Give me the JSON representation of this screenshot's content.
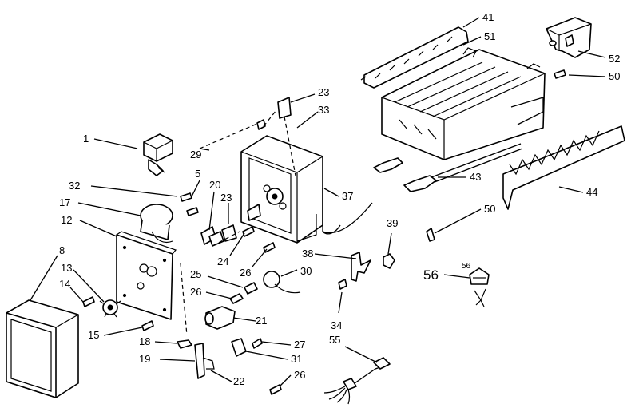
{
  "diagram": {
    "callouts": [
      {
        "id": "c41",
        "label": "41"
      },
      {
        "id": "c51",
        "label": "51"
      },
      {
        "id": "c52",
        "label": "52"
      },
      {
        "id": "c50a",
        "label": "50"
      },
      {
        "id": "c23a",
        "label": "23"
      },
      {
        "id": "c33",
        "label": "33"
      },
      {
        "id": "c1",
        "label": "1"
      },
      {
        "id": "c29",
        "label": "29"
      },
      {
        "id": "c5",
        "label": "5"
      },
      {
        "id": "c32",
        "label": "32"
      },
      {
        "id": "c20",
        "label": "20"
      },
      {
        "id": "c23b",
        "label": "23"
      },
      {
        "id": "c17",
        "label": "17"
      },
      {
        "id": "c37",
        "label": "37"
      },
      {
        "id": "c43",
        "label": "43"
      },
      {
        "id": "c44",
        "label": "44"
      },
      {
        "id": "c12",
        "label": "12"
      },
      {
        "id": "c50b",
        "label": "50"
      },
      {
        "id": "c39",
        "label": "39"
      },
      {
        "id": "c8",
        "label": "8"
      },
      {
        "id": "c24",
        "label": "24"
      },
      {
        "id": "c38",
        "label": "38"
      },
      {
        "id": "c13",
        "label": "13"
      },
      {
        "id": "c26a",
        "label": "26"
      },
      {
        "id": "c56small",
        "label": "56"
      },
      {
        "id": "c56big",
        "label": "56"
      },
      {
        "id": "c25",
        "label": "25"
      },
      {
        "id": "c30",
        "label": "30"
      },
      {
        "id": "c14",
        "label": "14"
      },
      {
        "id": "c26b",
        "label": "26"
      },
      {
        "id": "c21",
        "label": "21"
      },
      {
        "id": "c34",
        "label": "34"
      },
      {
        "id": "c15",
        "label": "15"
      },
      {
        "id": "c18",
        "label": "18"
      },
      {
        "id": "c27",
        "label": "27"
      },
      {
        "id": "c55",
        "label": "55"
      },
      {
        "id": "c19",
        "label": "19"
      },
      {
        "id": "c31",
        "label": "31"
      },
      {
        "id": "c22",
        "label": "22"
      },
      {
        "id": "c26c",
        "label": "26"
      }
    ]
  }
}
